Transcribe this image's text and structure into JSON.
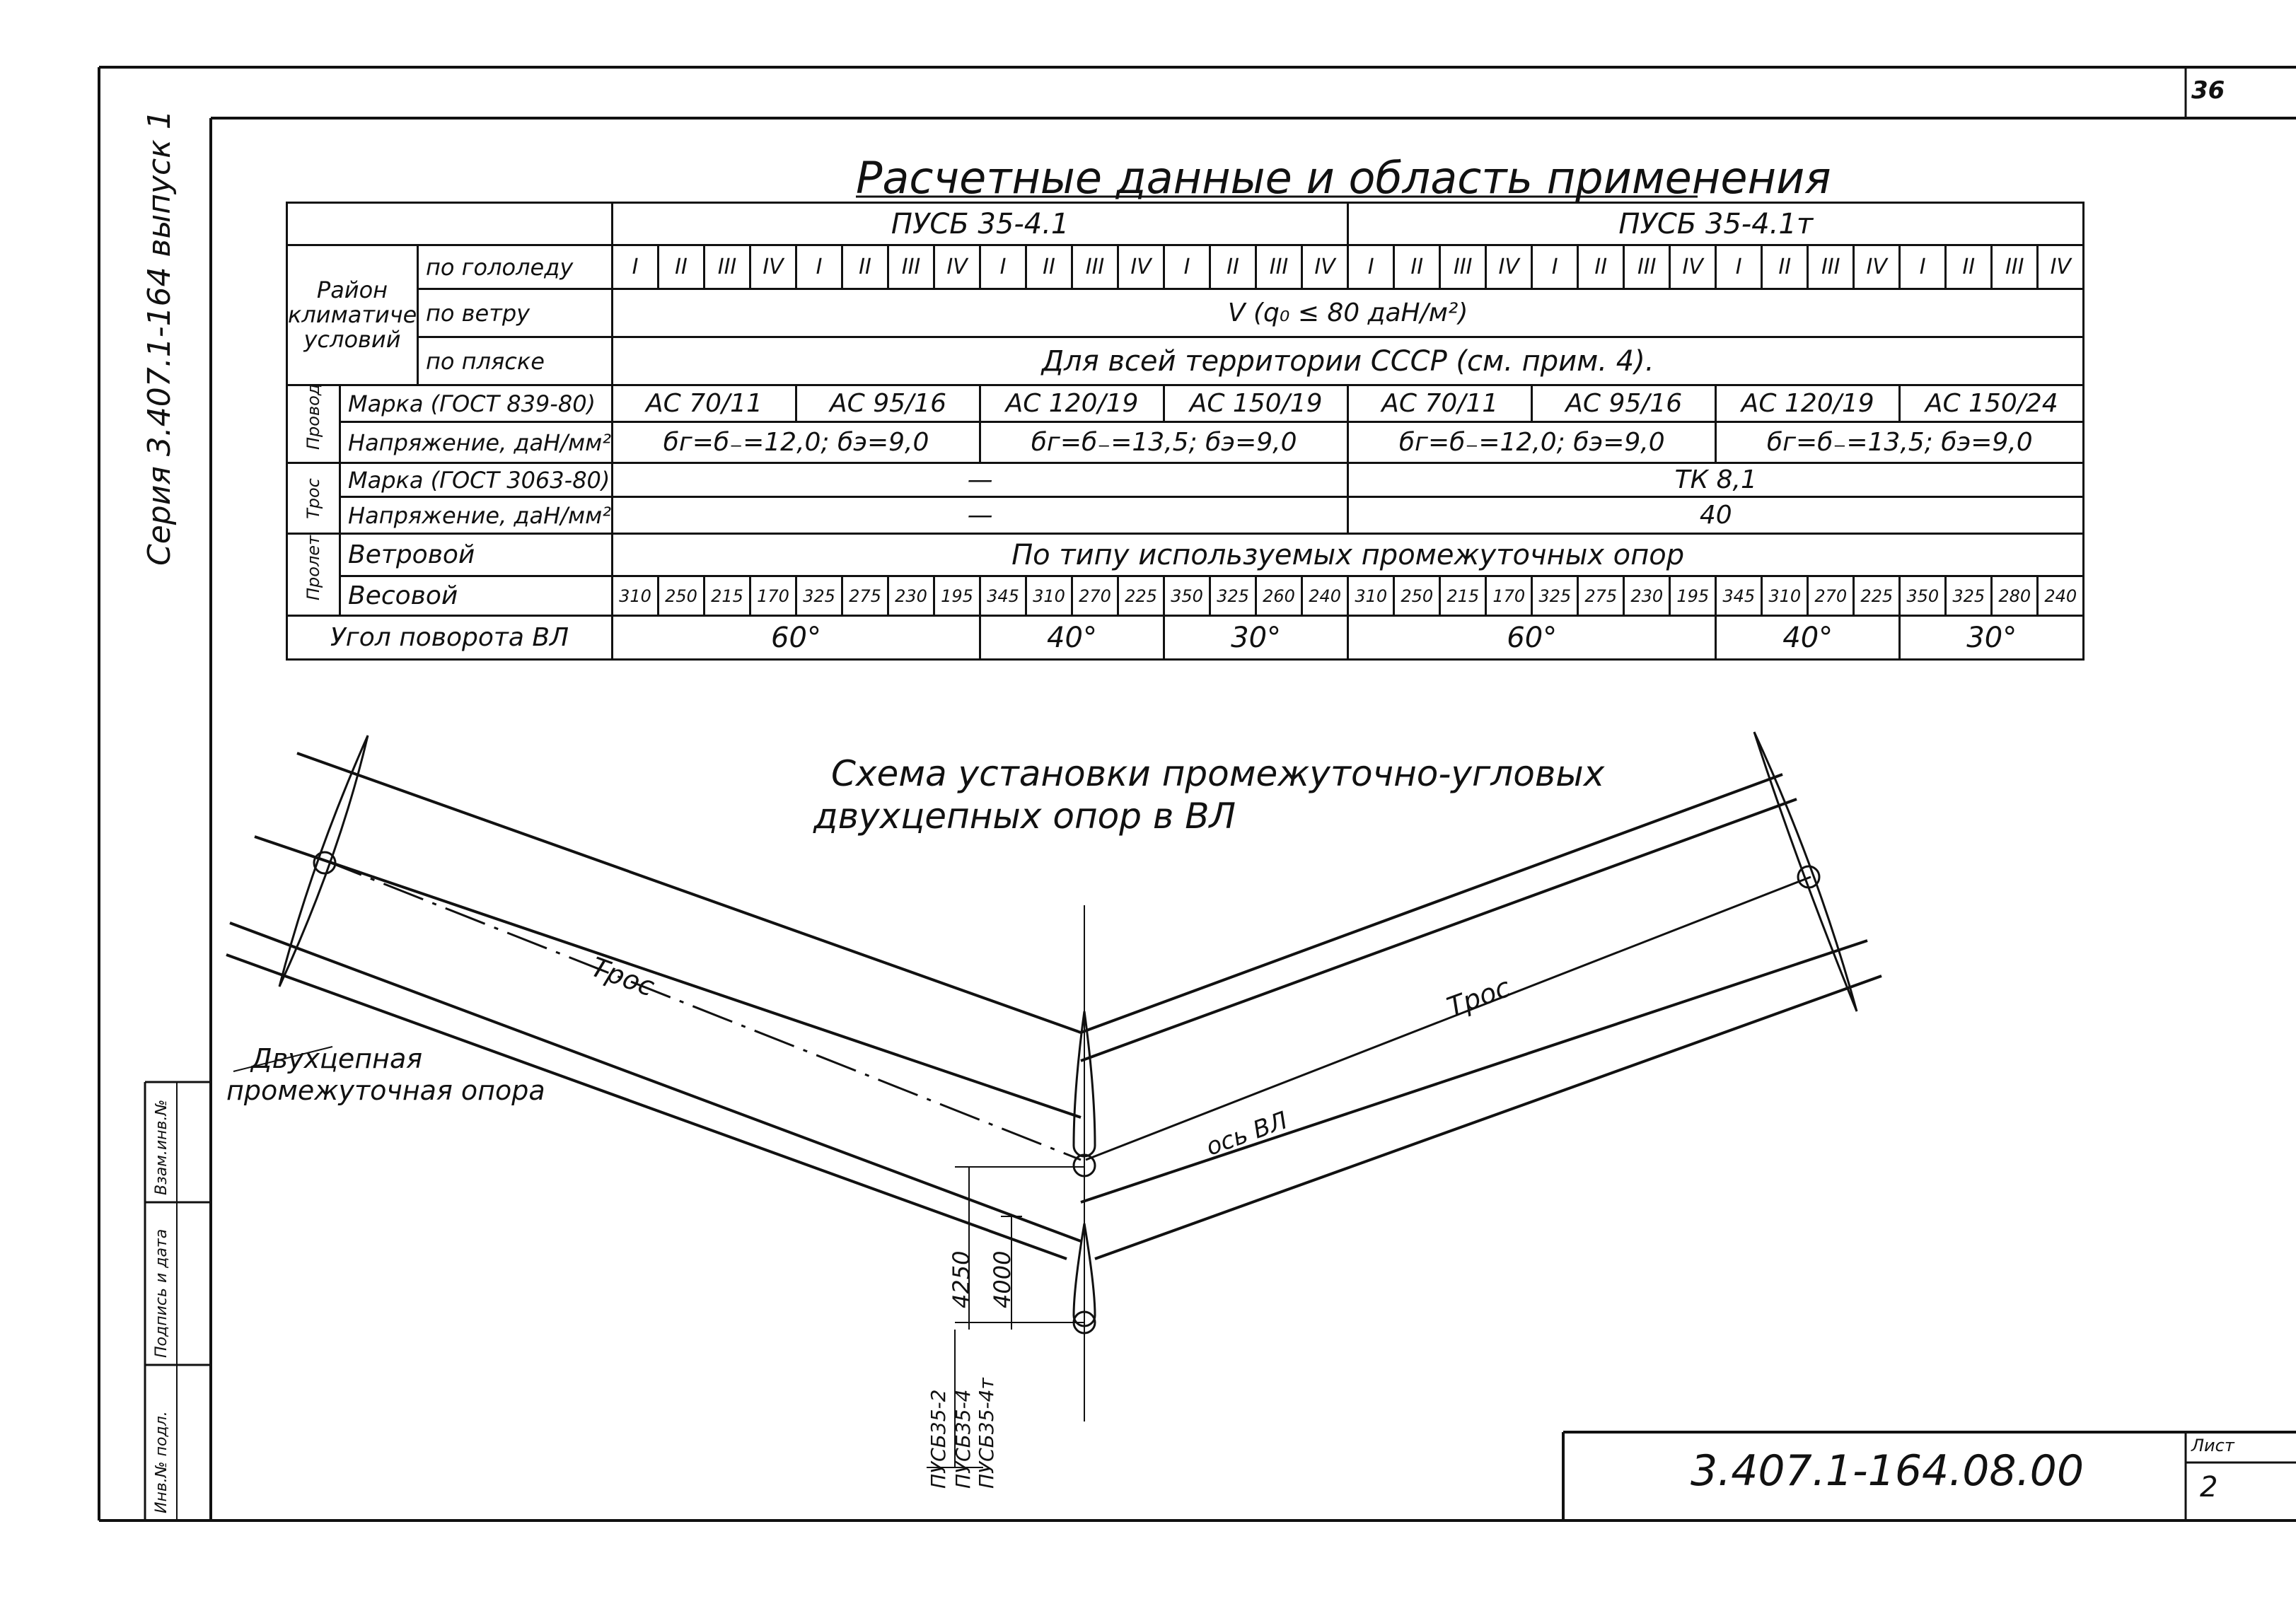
{
  "sheet": {
    "page_number": "36",
    "series_text": "Серия 3.407.1-164 выпуск 1",
    "stamp_cells": [
      "Инв.№ подл.",
      "Подпись и дата",
      "Взам.инв.№"
    ],
    "doc_code": "3.407.1-164.08.00",
    "sheet_label": "Лист",
    "sheet_number": "2"
  },
  "table": {
    "title": "Расчетные данные и область применения",
    "group1": "ПУСБ 35-4.1",
    "group2": "ПУСБ 35-4.1т",
    "climate_label": "Район климатических условий",
    "ice_label": "по гололеду",
    "ice_values": [
      "I",
      "II",
      "III",
      "IV",
      "I",
      "II",
      "III",
      "IV",
      "I",
      "II",
      "III",
      "IV",
      "I",
      "II",
      "III",
      "IV",
      "I",
      "II",
      "III",
      "IV",
      "I",
      "II",
      "III",
      "IV",
      "I",
      "II",
      "III",
      "IV",
      "I",
      "II",
      "III",
      "IV"
    ],
    "wind_label": "по ветру",
    "wind_value": "V   (q₀ ≤ 80 даН/м²)",
    "dance_label": "по пляске",
    "dance_value": "Для всей территории СССР (см. прим. 4).",
    "wire_group": "Провод",
    "wire_brand_label": "Марка (ГОСТ 839-80)",
    "wire_brands": [
      "АС 70/11",
      "АС 95/16",
      "АС 120/19",
      "АС 150/19",
      "АС 70/11",
      "АС 95/16",
      "АС 120/19",
      "АС 150/24"
    ],
    "wire_stress_label": "Напряжение, даН/мм²",
    "wire_stress": [
      "бг=б₋=12,0; бэ=9,0",
      "бг=б₋=13,5; бэ=9,0",
      "бг=б₋=12,0; бэ=9,0",
      "бг=б₋=13,5; бэ=9,0"
    ],
    "rope_group": "Трос",
    "rope_brand_label": "Марка (ГОСТ 3063-80)",
    "rope_brand_g1": "—",
    "rope_brand_g2": "ТК 8,1",
    "rope_stress_label": "Напряжение, даН/мм²",
    "rope_stress_g1": "—",
    "rope_stress_g2": "40",
    "span_group": "Пролет",
    "wind_span_label": "Ветровой",
    "wind_span_value": "По типу используемых промежуточных опор",
    "weight_span_label": "Весовой",
    "weight_spans": [
      "310",
      "250",
      "215",
      "170",
      "325",
      "275",
      "230",
      "195",
      "345",
      "310",
      "270",
      "225",
      "350",
      "325",
      "260",
      "240",
      "310",
      "250",
      "215",
      "170",
      "325",
      "275",
      "230",
      "195",
      "345",
      "310",
      "270",
      "225",
      "350",
      "325",
      "280",
      "240"
    ],
    "angle_label": "Угол поворота ВЛ",
    "angles": [
      "60°",
      "40°",
      "30°",
      "60°",
      "40°",
      "30°"
    ]
  },
  "diagram": {
    "title_line1": "Схема установки промежуточно-угловых",
    "title_line2": "двухцепных опор в ВЛ",
    "rope_left": "Трос",
    "rope_right": "Трос",
    "axis_label": "ось ВЛ",
    "support_label_line1": "Двухцепная",
    "support_label_line2": "промежуточная опора",
    "dim_outer": "4250",
    "dim_inner": "4000",
    "types": [
      "ПУСБ35-2",
      "ПУСБ35-4",
      "ПУСБ35-4т"
    ]
  }
}
